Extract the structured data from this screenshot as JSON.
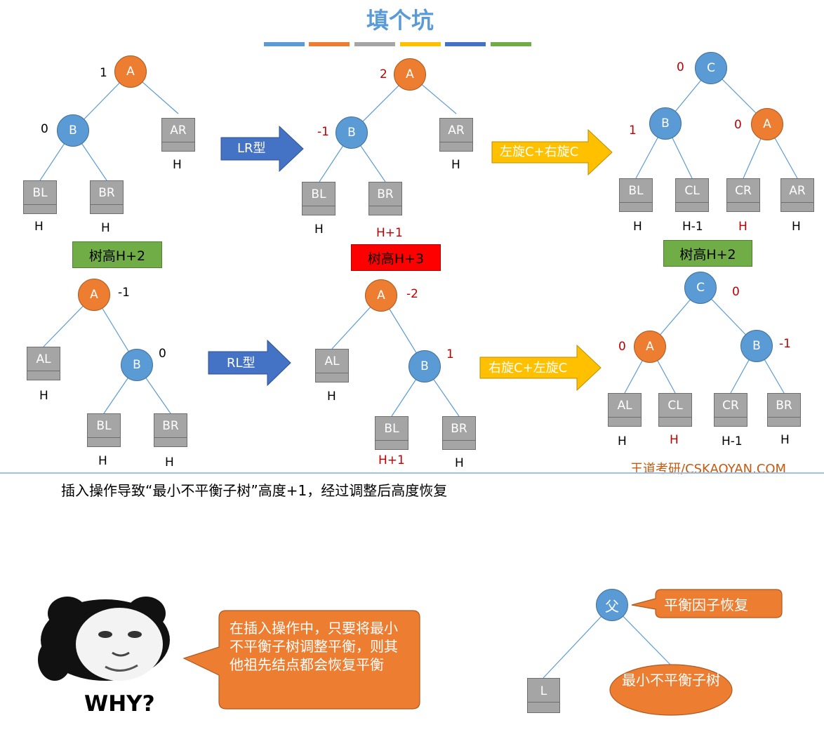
{
  "title": "填个坑",
  "color_bars": [
    "#5B9BD5",
    "#ED7D31",
    "#A5A5A5",
    "#FFC000",
    "#4472C4",
    "#70AD47"
  ],
  "lr": {
    "before": {
      "A": {
        "label": "A",
        "bf": "1"
      },
      "B": {
        "label": "B",
        "bf": "0"
      },
      "AR": {
        "label": "AR",
        "h": "H"
      },
      "BL": {
        "label": "BL",
        "h": "H"
      },
      "BR": {
        "label": "BR",
        "h": "H"
      },
      "tag": "树高H+2"
    },
    "arrow": "LR型",
    "after_insert": {
      "A": {
        "label": "A",
        "bf": "2"
      },
      "B": {
        "label": "B",
        "bf": "-1"
      },
      "AR": {
        "label": "AR",
        "h": "H"
      },
      "BL": {
        "label": "BL",
        "h": "H"
      },
      "BR": {
        "label": "BR",
        "h": "H+1"
      },
      "tag": "树高H+3"
    },
    "rotate": "左旋C+右旋C",
    "result": {
      "C": {
        "label": "C",
        "bf": "0"
      },
      "B": {
        "label": "B",
        "bf": "1"
      },
      "A": {
        "label": "A",
        "bf": "0"
      },
      "BL": {
        "label": "BL",
        "h": "H"
      },
      "CL": {
        "label": "CL",
        "h": "H-1"
      },
      "CR": {
        "label": "CR",
        "h": "H"
      },
      "AR": {
        "label": "AR",
        "h": "H"
      },
      "tag": "树高H+2"
    }
  },
  "rl": {
    "before": {
      "A": {
        "label": "A",
        "bf": "-1"
      },
      "B": {
        "label": "B",
        "bf": "0"
      },
      "AL": {
        "label": "AL",
        "h": "H"
      },
      "BL": {
        "label": "BL",
        "h": "H"
      },
      "BR": {
        "label": "BR",
        "h": "H"
      }
    },
    "arrow": "RL型",
    "after_insert": {
      "A": {
        "label": "A",
        "bf": "-2"
      },
      "B": {
        "label": "B",
        "bf": "1"
      },
      "AL": {
        "label": "AL",
        "h": "H"
      },
      "BL": {
        "label": "BL",
        "h": "H+1"
      },
      "BR": {
        "label": "BR",
        "h": "H"
      }
    },
    "rotate": "右旋C+左旋C",
    "result": {
      "C": {
        "label": "C",
        "bf": "0"
      },
      "A": {
        "label": "A",
        "bf": "0"
      },
      "B": {
        "label": "B",
        "bf": "-1"
      },
      "AL": {
        "label": "AL",
        "h": "H"
      },
      "CL": {
        "label": "CL",
        "h": "H"
      },
      "CR": {
        "label": "CR",
        "h": "H-1"
      },
      "BR": {
        "label": "BR",
        "h": "H"
      }
    }
  },
  "brand": "王道考研/CSKAOYAN.COM",
  "caption": "插入操作导致“最小不平衡子树”高度+1，经过调整后高度恢复",
  "why": "WHY?",
  "bubble": "在插入操作中，只要将最小不平衡子树调整平衡，则其他祖先结点都会恢复平衡",
  "bottom_tree": {
    "parent": "父",
    "callout": "平衡因子恢复",
    "left": "L",
    "ellipse": "最小不平衡子树"
  }
}
